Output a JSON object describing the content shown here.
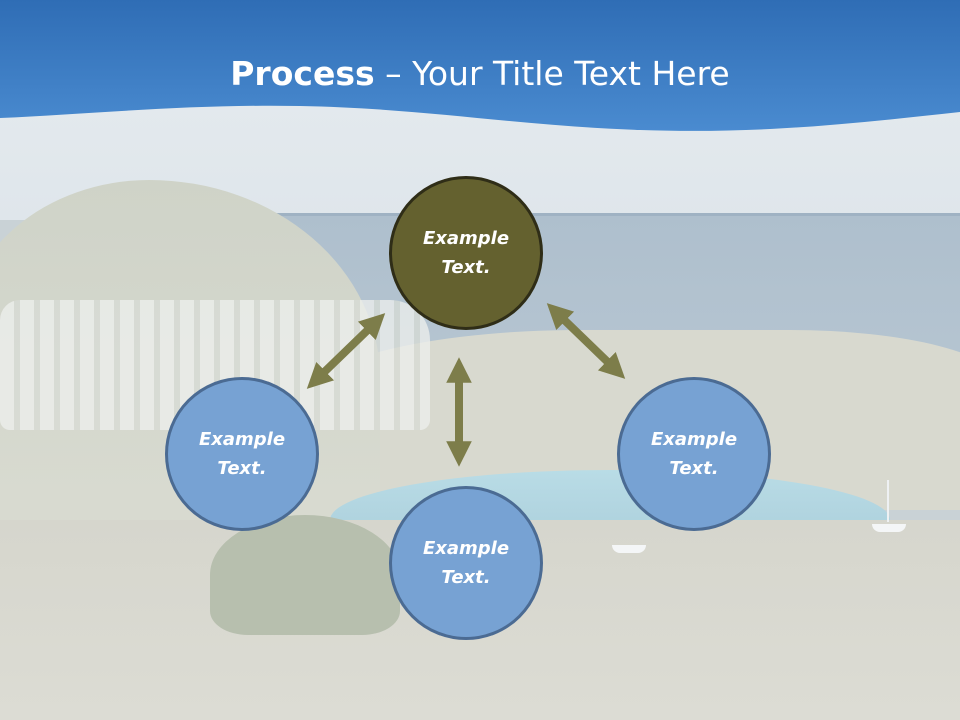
{
  "slide": {
    "title_bold": "Process",
    "title_rest": " – Your Title Text Here"
  },
  "diagram": {
    "nodes": [
      {
        "id": "top",
        "line1": "Example",
        "line2": "Text."
      },
      {
        "id": "left",
        "line1": "Example",
        "line2": "Text."
      },
      {
        "id": "right",
        "line1": "Example",
        "line2": "Text."
      },
      {
        "id": "bottom",
        "line1": "Example",
        "line2": "Text."
      }
    ]
  },
  "colors": {
    "header_blue": "#3f7ec4",
    "center_node": "#64612f",
    "outer_node": "#77a2d3",
    "arrow": "#7d7d4a"
  }
}
